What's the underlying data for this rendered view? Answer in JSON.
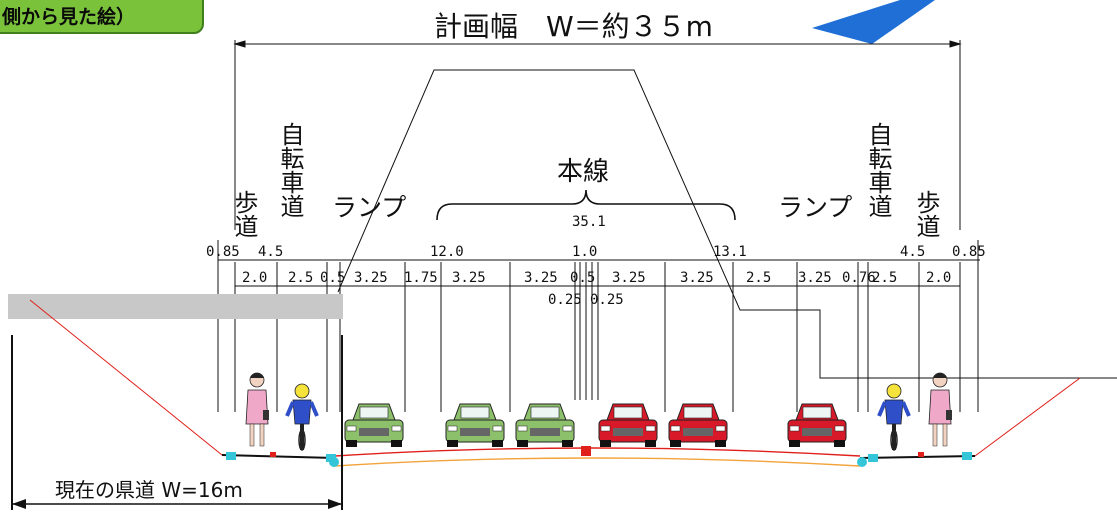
{
  "view_tag": "側から見た絵）",
  "title": "計画幅　W＝約３５m",
  "existing_road_label": "現在の県道  W=16m",
  "labels": {
    "sidewalk": "歩道",
    "bike_lane": "自転車道",
    "ramp": "ランプ",
    "mainline": "本線",
    "mainline_width": "35.1"
  },
  "dim_row1": [
    "0.85",
    "4.5",
    "12.0",
    "1.0",
    "13.1",
    "4.5",
    "0.85"
  ],
  "dim_row2": [
    "2.0",
    "2.5",
    "0.5",
    "3.25",
    "1.75",
    "3.25",
    "3.25",
    "0.5",
    "3.25",
    "3.25",
    "2.5",
    "3.25",
    "0.76",
    "2.5",
    "2.0"
  ],
  "dim_row3": [
    "0.25",
    "0.25"
  ],
  "colors": {
    "green_car": "#8dc06b",
    "red_car": "#d8192a",
    "arrow_blue": "#1f6fd6",
    "tag_green": "#79c23a",
    "pavement_red": "#e0201a",
    "subbase_orange": "#f2a33a",
    "existing_road_gray": "#c8c8c8"
  }
}
